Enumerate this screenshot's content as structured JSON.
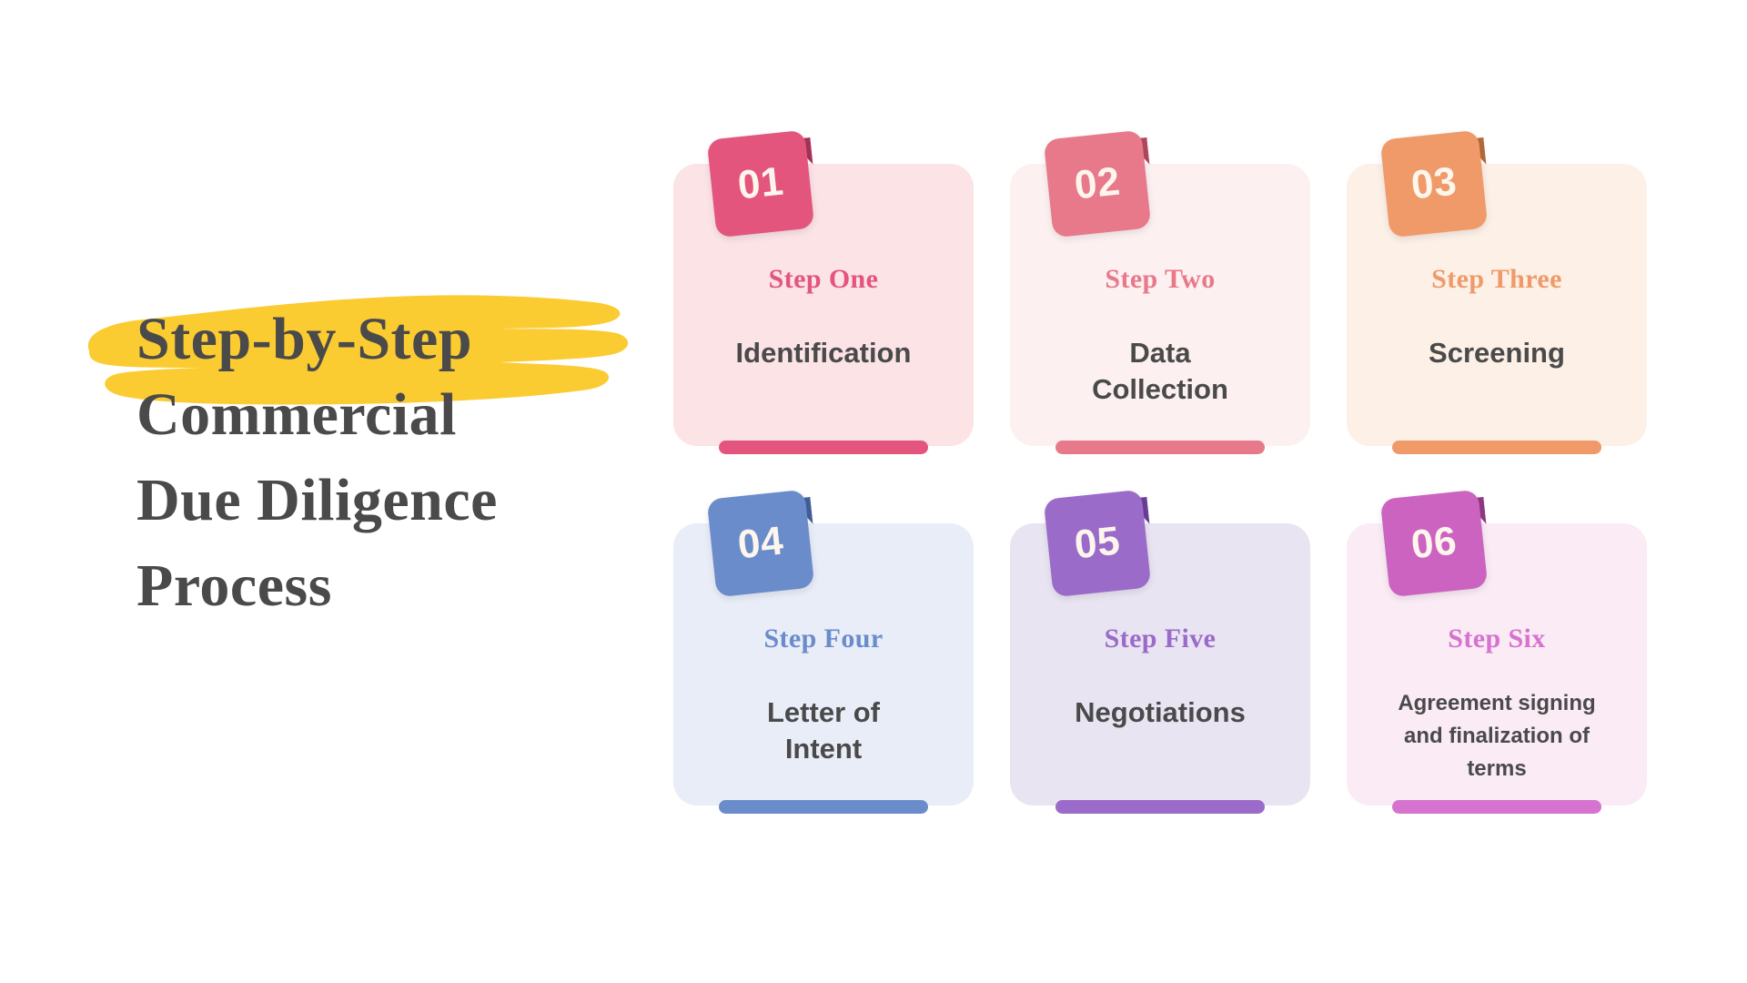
{
  "page": {
    "background": "#ffffff"
  },
  "title": {
    "highlight_line": "Step-by-Step",
    "highlight_color": "#fbcb32",
    "line2": "Commercial",
    "line3": "Due Diligence",
    "line4": "Process",
    "text_color": "#4a4a4a"
  },
  "cards": [
    {
      "number": "01",
      "step_label": "Step One",
      "title": "Identification",
      "title_lines": [
        "Identification"
      ],
      "card_bg": "#fbe3e6",
      "badge_color": "#e4557e",
      "badge_fold_color": "#a8325a",
      "label_color": "#e4557e",
      "accent_color": "#e4557e",
      "title_color": "#4a4a4a",
      "small_title": false
    },
    {
      "number": "02",
      "step_label": "Step Two",
      "title": "Data Collection",
      "title_lines": [
        "Data",
        "Collection"
      ],
      "card_bg": "#fdf0f1",
      "badge_color": "#e8798b",
      "badge_fold_color": "#b04a5c",
      "label_color": "#e8798b",
      "accent_color": "#e8798b",
      "title_color": "#4a4a4a",
      "small_title": false
    },
    {
      "number": "03",
      "step_label": "Step Three",
      "title": "Screening",
      "title_lines": [
        "Screening"
      ],
      "card_bg": "#fcf0e7",
      "badge_color": "#ef9a68",
      "badge_fold_color": "#b56a3c",
      "label_color": "#ef9a68",
      "accent_color": "#ef9a68",
      "title_color": "#4a4a4a",
      "small_title": false
    },
    {
      "number": "04",
      "step_label": "Step Four",
      "title": "Letter of Intent",
      "title_lines": [
        "Letter of",
        "Intent"
      ],
      "card_bg": "#e9edf8",
      "badge_color": "#6b8ccb",
      "badge_fold_color": "#41609a",
      "label_color": "#6b8ccb",
      "accent_color": "#6b8ccb",
      "title_color": "#4a4a4a",
      "small_title": false
    },
    {
      "number": "05",
      "step_label": "Step Five",
      "title": "Negotiations",
      "title_lines": [
        "Negotiations"
      ],
      "card_bg": "#e9e4f2",
      "badge_color": "#9b6bc9",
      "badge_fold_color": "#6a3f96",
      "label_color": "#9b6bc9",
      "accent_color": "#9b6bc9",
      "title_color": "#4a4a4a",
      "small_title": false
    },
    {
      "number": "06",
      "step_label": "Step Six",
      "title": "Agreement signing and finalization of terms",
      "title_lines": [
        "Agreement signing",
        "and finalization of",
        "terms"
      ],
      "card_bg": "#faebf5",
      "badge_color": "#cc63c1",
      "badge_fold_color": "#8e3a85",
      "label_color": "#d673ce",
      "accent_color": "#d673ce",
      "title_color": "#4a4a4a",
      "small_title": true
    }
  ]
}
